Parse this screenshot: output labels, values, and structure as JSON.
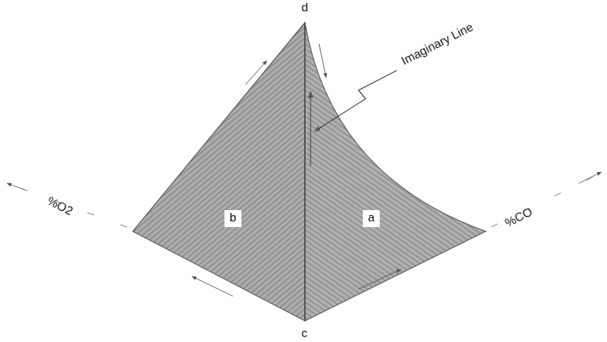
{
  "diagram": {
    "nodes": [
      {
        "text": [
          "b"
        ]
      },
      {
        "text": [
          "a"
        ]
      }
    ],
    "edges": [],
    "labels": [
      "d",
      "Imaginary Line",
      "%O2",
      "%CO",
      "c"
    ]
  }
}
